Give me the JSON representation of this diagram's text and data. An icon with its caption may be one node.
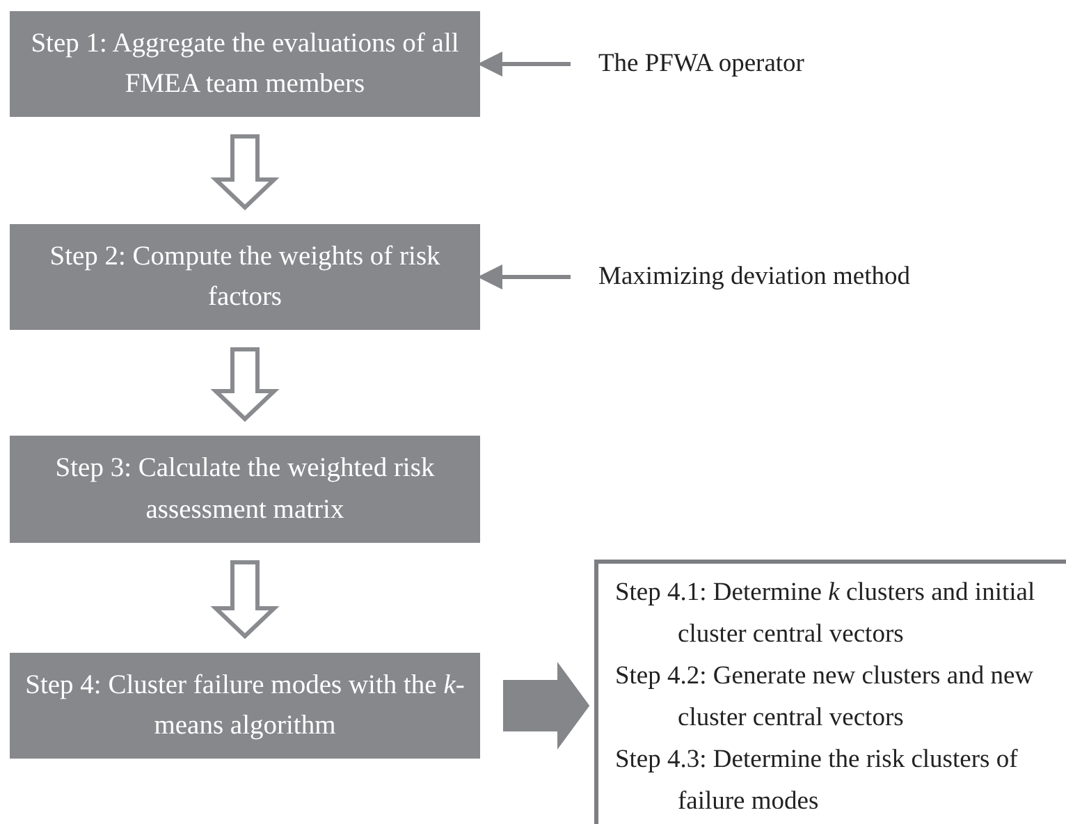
{
  "diagram": {
    "nodes": [
      {
        "text": [
          "Step 1: Aggregate the evaluations of all FMEA team members"
        ]
      },
      {
        "text": [
          "Step 2: Compute the weights of risk factors"
        ]
      },
      {
        "text": [
          "Step 3: Calculate the weighted risk assessment matrix"
        ]
      },
      {
        "text": [
          "Step 4: Cluster failure modes with the *k*-means algorithm"
        ]
      },
      {
        "text": [
          "Step 4.1: Determine *k* clusters and initial cluster central vectors",
          "Step 4.2: Generate new clusters and new cluster central vectors",
          "Step 4.3: Determine the risk clusters of failure modes"
        ]
      },
      {
        "text": [
          "The PFWA operator"
        ]
      },
      {
        "text": [
          "Maximizing deviation method"
        ]
      }
    ],
    "edges": [
      {
        "from": 0,
        "to": 1,
        "arrow": "to"
      },
      {
        "from": 1,
        "to": 2,
        "arrow": "to"
      },
      {
        "from": 2,
        "to": 3,
        "arrow": "to"
      },
      {
        "from": 3,
        "to": 4,
        "arrow": "to",
        "style": "thick"
      },
      {
        "from": 5,
        "to": 0,
        "arrow": "to"
      },
      {
        "from": 6,
        "to": 1,
        "arrow": "to"
      }
    ]
  }
}
